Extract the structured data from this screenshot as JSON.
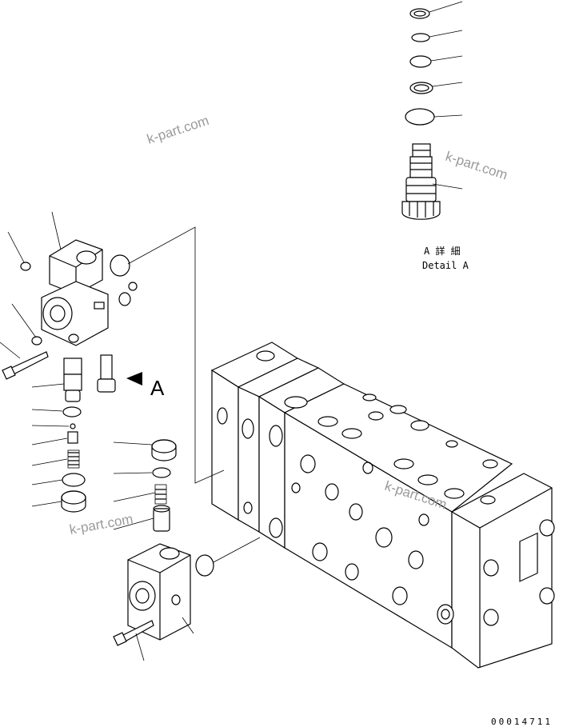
{
  "detail": {
    "title_jp": "A 詳 細",
    "title_en": "Detail A"
  },
  "view_marker": "A",
  "watermark": "k-part.com",
  "drawing_number": "00014711"
}
